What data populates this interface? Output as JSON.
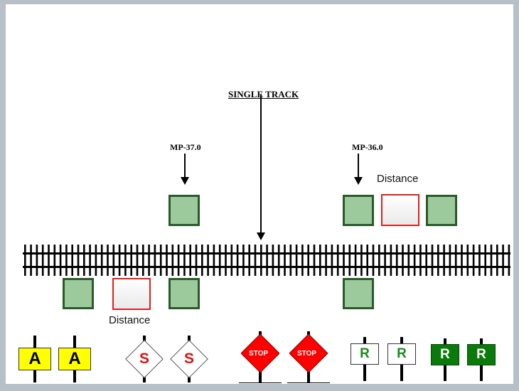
{
  "diagram": {
    "title": "SINGLE TRACK",
    "mileposts": [
      {
        "id": "mp37",
        "label": "MP-37.0"
      },
      {
        "id": "mp36",
        "label": "MP-36.0"
      }
    ],
    "distance_labels": [
      "Distance",
      "Distance"
    ],
    "signs": {
      "a_letter": "A",
      "s_letter": "S",
      "stop_text": "STOP",
      "r_letter": "R"
    },
    "colors": {
      "signal_fill": "#9dca9d",
      "signal_border": "#2a5a2a",
      "distant_border": "#e02020",
      "yellow_sign": "#ffff00",
      "stop_red": "#ff0000",
      "r_green": "#0a7a0a"
    }
  }
}
